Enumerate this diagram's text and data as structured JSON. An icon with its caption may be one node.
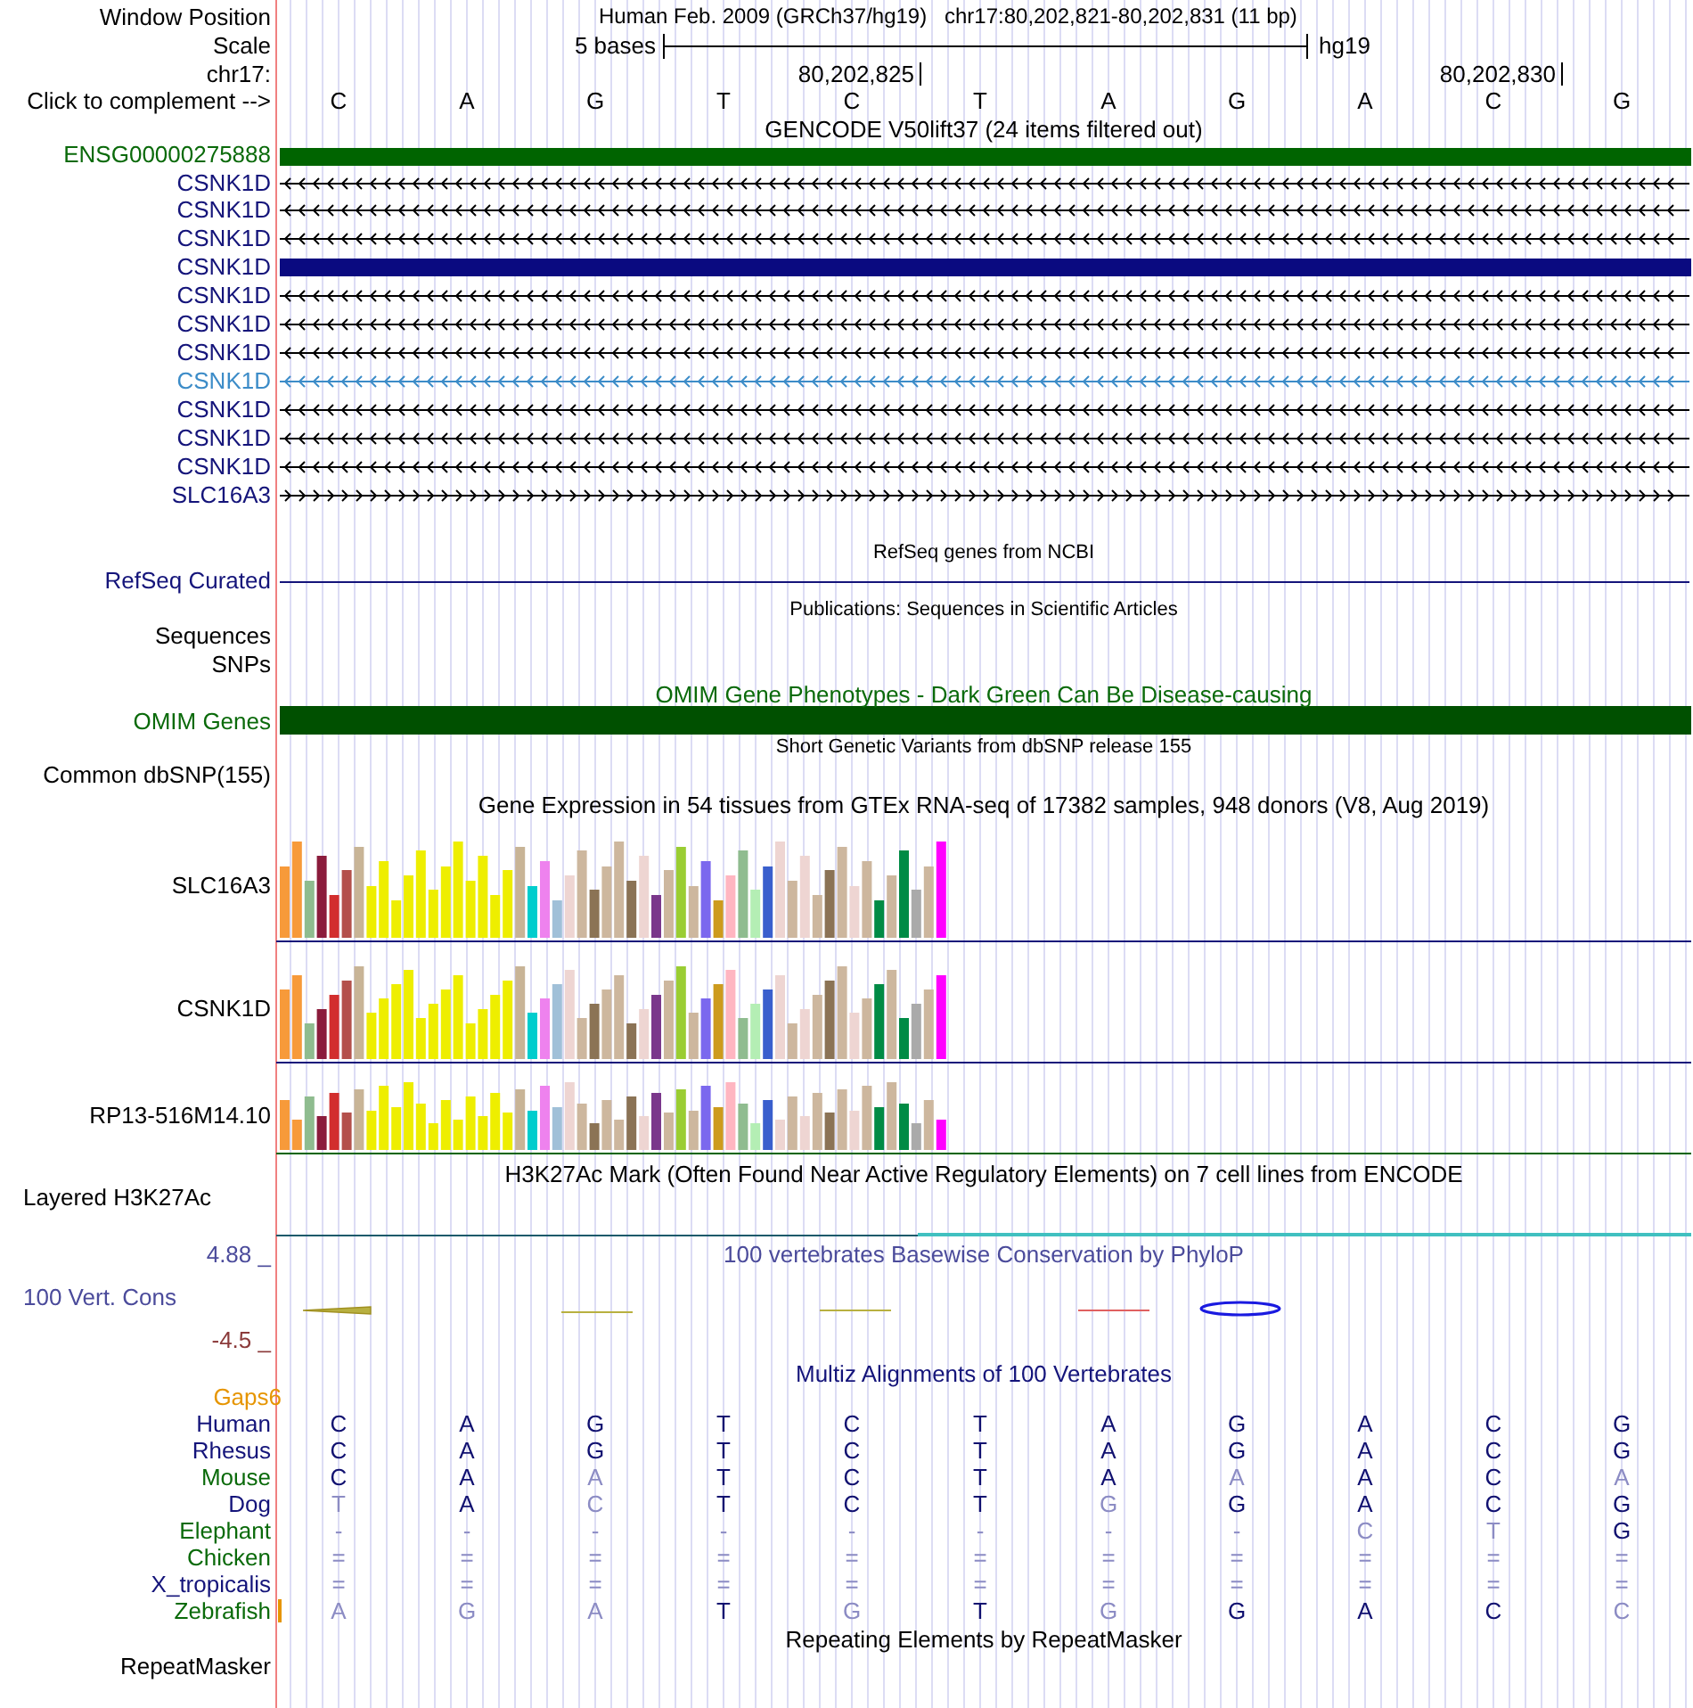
{
  "diagram": {
    "labels": [
      "Window Position",
      "Human Feb. 2009 (GRCh37/hg19)",
      "chr17:80,202,821-80,202,831 (11 bp)",
      "Scale",
      "5 bases",
      "hg19",
      "chr17:",
      "80,202,825",
      "80,202,830",
      "Click to complement -->",
      "C",
      "A",
      "G",
      "T",
      "C",
      "T",
      "A",
      "G",
      "A",
      "C",
      "G",
      "GENCODE V50lift37 (24 items filtered out)",
      "ENSG00000275888",
      "CSNK1D",
      "CSNK1D",
      "CSNK1D",
      "CSNK1D",
      "CSNK1D",
      "CSNK1D",
      "CSNK1D",
      "CSNK1D",
      "CSNK1D",
      "CSNK1D",
      "CSNK1D",
      "SLC16A3",
      "RefSeq genes from NCBI",
      "RefSeq Curated",
      "Publications: Sequences in Scientific Articles",
      "Sequences",
      "SNPs",
      "OMIM Gene Phenotypes - Dark Green Can Be Disease-causing",
      "OMIM Genes",
      "Short Genetic Variants from dbSNP release 155",
      "Common dbSNP(155)",
      "Gene Expression in 54 tissues from GTEx RNA-seq of 17382 samples, 948 donors (V8, Aug 2019)",
      "SLC16A3",
      "CSNK1D",
      "RP13-516M14.10",
      "H3K27Ac Mark (Often Found Near Active Regulatory Elements) on 7 cell lines from ENCODE",
      "Layered H3K27Ac",
      "4.88 _",
      "100 vertebrates Basewise Conservation by PhyloP",
      "100 Vert. Cons",
      "-4.5 _",
      "Multiz Alignments of 100 Vertebrates",
      "Gaps6",
      "Human",
      "C",
      "A",
      "G",
      "T",
      "C",
      "T",
      "A",
      "G",
      "A",
      "C",
      "G",
      "Rhesus",
      "C",
      "A",
      "G",
      "T",
      "C",
      "T",
      "A",
      "G",
      "A",
      "C",
      "G",
      "Mouse",
      "C",
      "A",
      "A",
      "T",
      "C",
      "T",
      "A",
      "A",
      "A",
      "C",
      "A",
      "Dog",
      "T",
      "A",
      "C",
      "T",
      "C",
      "T",
      "G",
      "G",
      "A",
      "C",
      "G",
      "Elephant",
      "-",
      "-",
      "-",
      "-",
      "-",
      "-",
      "-",
      "-",
      "C",
      "T",
      "G",
      "Chicken",
      "=",
      "=",
      "=",
      "=",
      "=",
      "=",
      "=",
      "=",
      "=",
      "=",
      "=",
      "X_tropicalis",
      "=",
      "=",
      "=",
      "=",
      "=",
      "=",
      "=",
      "=",
      "=",
      "=",
      "=",
      "Zebrafish",
      "A",
      "G",
      "A",
      "T",
      "G",
      "T",
      "G",
      "G",
      "A",
      "C",
      "C",
      "Repeating Elements by RepeatMasker",
      "RepeatMasker"
    ]
  }
}
